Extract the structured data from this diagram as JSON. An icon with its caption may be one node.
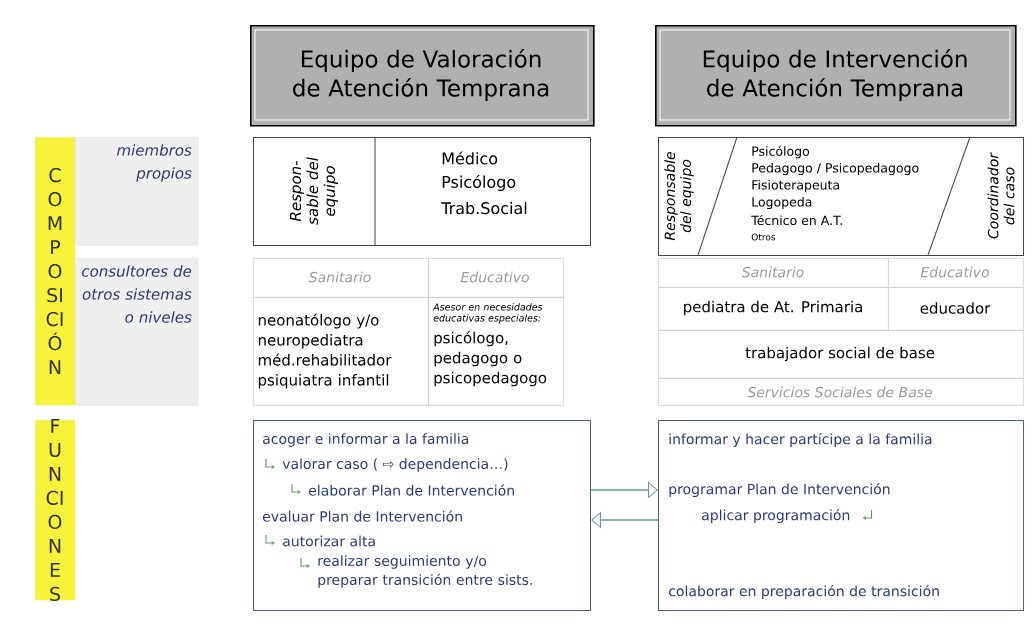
{
  "diagram": {
    "nodes": [
      {
        "text": [
          "Equipo de Valoración de Atención Temprana"
        ]
      },
      {
        "text": [
          "Equipo de Intervención de Atención Temprana"
        ]
      },
      {
        "text": [
          "COMPOSICIÓN"
        ]
      },
      {
        "text": [
          "miembros propios"
        ]
      },
      {
        "text": [
          "consultores de otros sistemas o niveles"
        ]
      },
      {
        "text": [
          "FUNCIONES"
        ]
      },
      {
        "text": [
          "Respon- sable del equipo",
          "Médico",
          "Psicólogo",
          "Trab.Social"
        ]
      },
      {
        "text": [
          "Responsable del equipo",
          "Psicólogo",
          "Pedagogo / Psicopedagogo",
          "Fisioterapeuta",
          "Logopeda",
          "Técnico en A.T.",
          "Otros",
          "Coordinador del caso"
        ]
      },
      {
        "text": [
          "Sanitario"
        ]
      },
      {
        "text": [
          "Educativo"
        ]
      },
      {
        "text": [
          "neonatólogo y/o neuropediatra méd.rehabilitador psiquiatra infantil"
        ]
      },
      {
        "text": [
          "Asesor en necesidades educativas especiales:",
          "psicólogo, pedagogo o psicopedagogo"
        ]
      },
      {
        "text": [
          "Sanitario"
        ]
      },
      {
        "text": [
          "Educativo"
        ]
      },
      {
        "text": [
          "pediatra de At. Primaria"
        ]
      },
      {
        "text": [
          "educador"
        ]
      },
      {
        "text": [
          "trabajador social de base"
        ]
      },
      {
        "text": [
          "Servicios Sociales de Base"
        ]
      },
      {
        "text": [
          "acoger e informar a la familia",
          "valorar caso ( ⇨ dependencia…)",
          "elaborar Plan de Intervención",
          "evaluar Plan de Intervención",
          "autorizar alta",
          "realizar seguimiento y/o preparar transición entre sists."
        ]
      },
      {
        "text": [
          "informar y hacer partícipe a la familia",
          "programar Plan de Intervención",
          "aplicar programación",
          "colaborar en preparación de transición"
        ]
      }
    ],
    "edges": [
      {
        "from": 18,
        "to": 19,
        "arrow": "to"
      },
      {
        "from": 19,
        "to": 18,
        "arrow": "to"
      }
    ]
  }
}
